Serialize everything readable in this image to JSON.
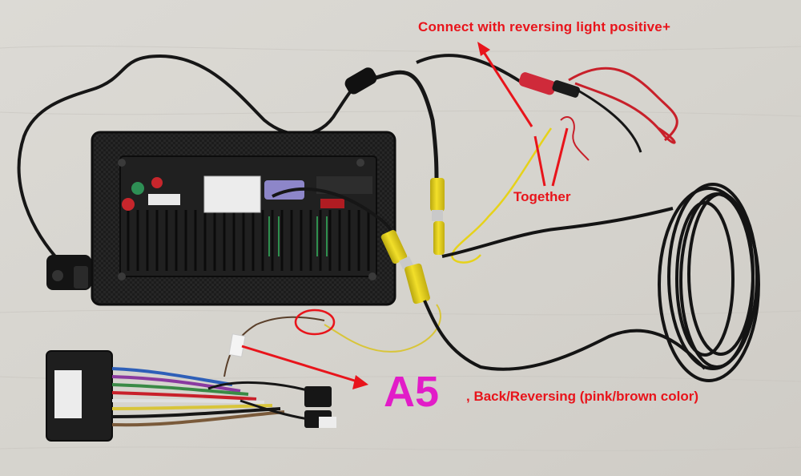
{
  "annotations": {
    "connect_label": "Connect with reversing light positive+",
    "together_label": "Together",
    "a5_label": "A5",
    "back_label": ", Back/Reversing (pink/brown color)"
  },
  "colors": {
    "annotation_red": "#e8141b",
    "a5_magenta": "#e21cc8",
    "rca_yellow": "#e6d21a",
    "wire_black": "#161616",
    "wire_red": "#c8202a"
  },
  "icons": [
    "camera-icon",
    "rca-connector-icon",
    "wiring-harness-icon",
    "head-unit-icon"
  ]
}
